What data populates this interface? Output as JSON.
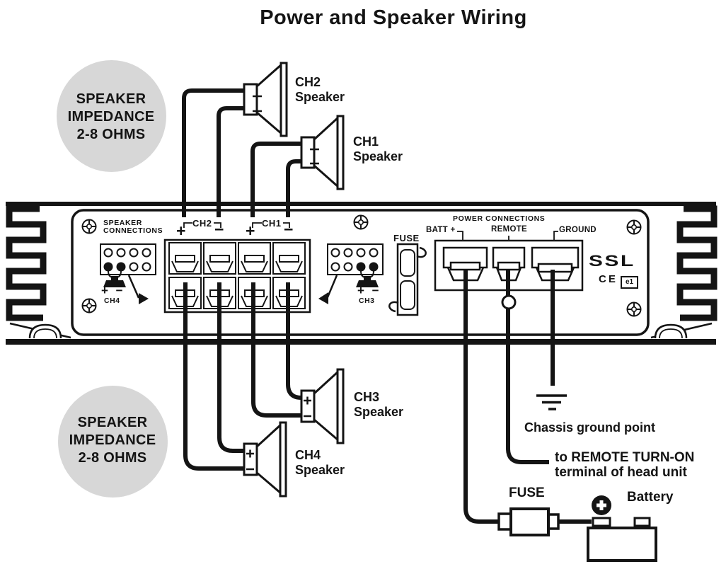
{
  "title": "Power and Speaker Wiring",
  "impedance_note": {
    "line1": "SPEAKER",
    "line2": "IMPEDANCE",
    "line3": "2-8 OHMS"
  },
  "speakers": {
    "ch2": {
      "name": "CH2",
      "sub": "Speaker"
    },
    "ch1": {
      "name": "CH1",
      "sub": "Speaker"
    },
    "ch3": {
      "name": "CH3",
      "sub": "Speaker"
    },
    "ch4": {
      "name": "CH4",
      "sub": "Speaker"
    }
  },
  "amp": {
    "speaker_connections": {
      "line1": "SPEAKER",
      "line2": "CONNECTIONS"
    },
    "ch2_label": "CH2",
    "ch1_label": "CH1",
    "ch4_label": "CH4",
    "ch3_label": "CH3",
    "fuse_label": "FUSE",
    "power_connections_label": "POWER CONNECTIONS",
    "batt_label": "BATT +",
    "remote_label": "REMOTE",
    "ground_label": "GROUND",
    "brand": "SSL",
    "ce_mark": "CE",
    "e1_mark": "e1"
  },
  "symbols": {
    "plus": "+",
    "minus": "−",
    "plus_minus": "+ −"
  },
  "bottom": {
    "chassis_ground": "Chassis ground point",
    "remote_note_line1": "to REMOTE TURN-ON",
    "remote_note_line2": "terminal of head unit",
    "fuse_label": "FUSE",
    "battery_label": "Battery"
  },
  "colors": {
    "ink": "#141414",
    "callout_gray": "#d7d7d7",
    "background": "#ffffff"
  }
}
